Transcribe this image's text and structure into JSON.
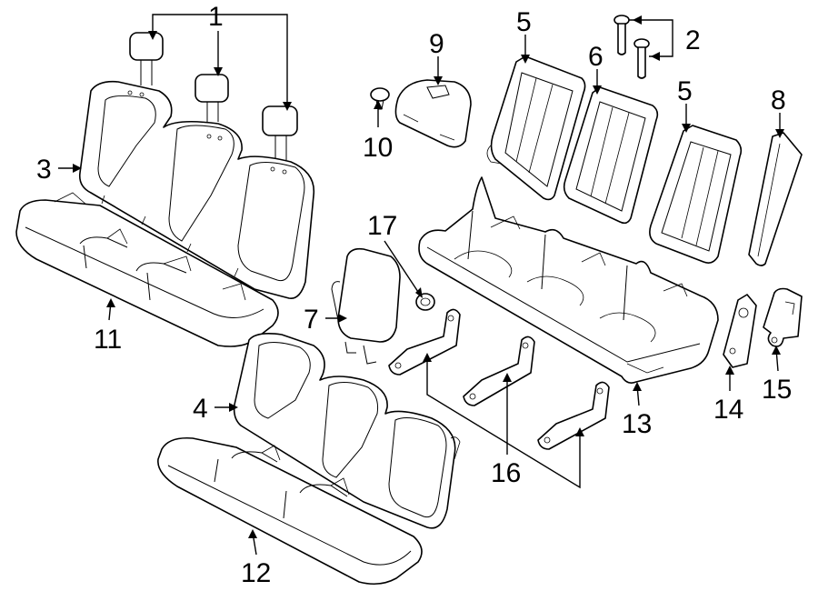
{
  "diagram": {
    "callouts": [
      {
        "id": "1",
        "label": "1"
      },
      {
        "id": "2",
        "label": "2"
      },
      {
        "id": "3",
        "label": "3"
      },
      {
        "id": "4",
        "label": "4"
      },
      {
        "id": "5a",
        "label": "5"
      },
      {
        "id": "5b",
        "label": "5"
      },
      {
        "id": "6",
        "label": "6"
      },
      {
        "id": "7",
        "label": "7"
      },
      {
        "id": "8",
        "label": "8"
      },
      {
        "id": "9",
        "label": "9"
      },
      {
        "id": "10",
        "label": "10"
      },
      {
        "id": "11",
        "label": "11"
      },
      {
        "id": "12",
        "label": "12"
      },
      {
        "id": "13",
        "label": "13"
      },
      {
        "id": "14",
        "label": "14"
      },
      {
        "id": "15",
        "label": "15"
      },
      {
        "id": "16",
        "label": "16"
      },
      {
        "id": "17",
        "label": "17"
      }
    ],
    "colors": {
      "line": "#000000",
      "background": "#ffffff"
    }
  }
}
